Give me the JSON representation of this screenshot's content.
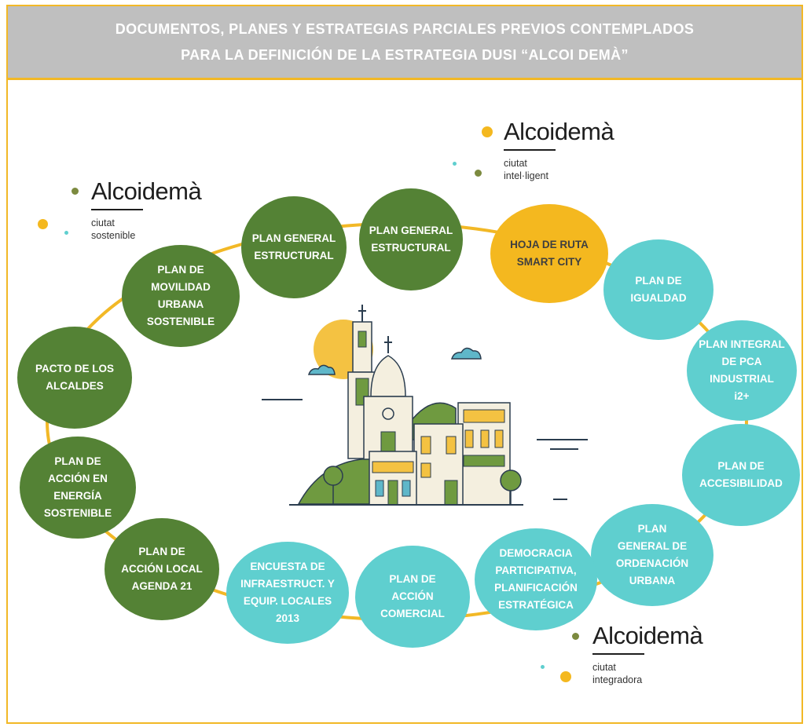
{
  "header": {
    "line1": "DOCUMENTOS, PLANES Y ESTRATEGIAS PARCIALES PREVIOS CONTEMPLADOS",
    "line2": "PARA LA DEFINICIÓN DE LA ESTRATEGIA DUSI “ALCOI DEMÀ”"
  },
  "colors": {
    "accent_border": "#f2b826",
    "header_bg": "#bfbfbf",
    "green": "#548235",
    "cyan": "#5fcfcf",
    "gold": "#f4b81f",
    "connector": "#f2b826"
  },
  "nodes": [
    {
      "id": "plan-general-estructural-1",
      "label": "PLAN GENERAL\nESTRUCTURAL",
      "color": "green"
    },
    {
      "id": "plan-general-estructural-2",
      "label": "PLAN GENERAL\nESTRUCTURAL",
      "color": "green"
    },
    {
      "id": "hoja-de-ruta-smart-city",
      "label": "HOJA DE RUTA\nSMART CITY",
      "color": "gold"
    },
    {
      "id": "plan-de-igualdad",
      "label": "PLAN DE\nIGUALDAD",
      "color": "cyan"
    },
    {
      "id": "plan-integral-pca-industrial",
      "label": "PLAN INTEGRAL\nDE PCA\nINDUSTRIAL\ni2+",
      "color": "cyan"
    },
    {
      "id": "plan-de-accesibilidad",
      "label": "PLAN DE\nACCESIBILIDAD",
      "color": "cyan"
    },
    {
      "id": "plan-general-ordenacion-urbana",
      "label": "PLAN\nGENERAL DE\nORDENACIÓN\nURBANA",
      "color": "cyan"
    },
    {
      "id": "democracia-participativa",
      "label": "DEMOCRACIA\nPARTICIPATIVA,\nPLANIFICACIÓN\nESTRATÉGICA",
      "color": "cyan"
    },
    {
      "id": "plan-de-accion-comercial",
      "label": "PLAN DE\nACCIÓN\nCOMERCIAL",
      "color": "cyan"
    },
    {
      "id": "encuesta-infraestructuras",
      "label": "ENCUESTA DE\nINFRAESTRUCT. Y\nEQUIP. LOCALES\n2013",
      "color": "cyan"
    },
    {
      "id": "plan-accion-local-agenda-21",
      "label": "PLAN DE\nACCIÓN LOCAL\nAGENDA 21",
      "color": "green"
    },
    {
      "id": "plan-accion-energia-sostenible",
      "label": "PLAN DE\nACCIÓN EN\nENERGÍA\nSOSTENIBLE",
      "color": "green"
    },
    {
      "id": "pacto-de-los-alcaldes",
      "label": "PACTO DE LOS\nALCALDES",
      "color": "green"
    },
    {
      "id": "plan-movilidad-urbana-sostenible",
      "label": "PLAN DE\nMOVILIDAD\nURBANA\nSOSTENIBLE",
      "color": "green"
    }
  ],
  "logos": [
    {
      "id": "sostenible",
      "brand": "Alcoidemà",
      "sub": "ciutat\nsostenible"
    },
    {
      "id": "intel-ligent",
      "brand": "Alcoidemà",
      "sub": "ciutat\nintel·ligent"
    },
    {
      "id": "integradora",
      "brand": "Alcoidemà",
      "sub": "ciutat\nintegradora"
    }
  ]
}
